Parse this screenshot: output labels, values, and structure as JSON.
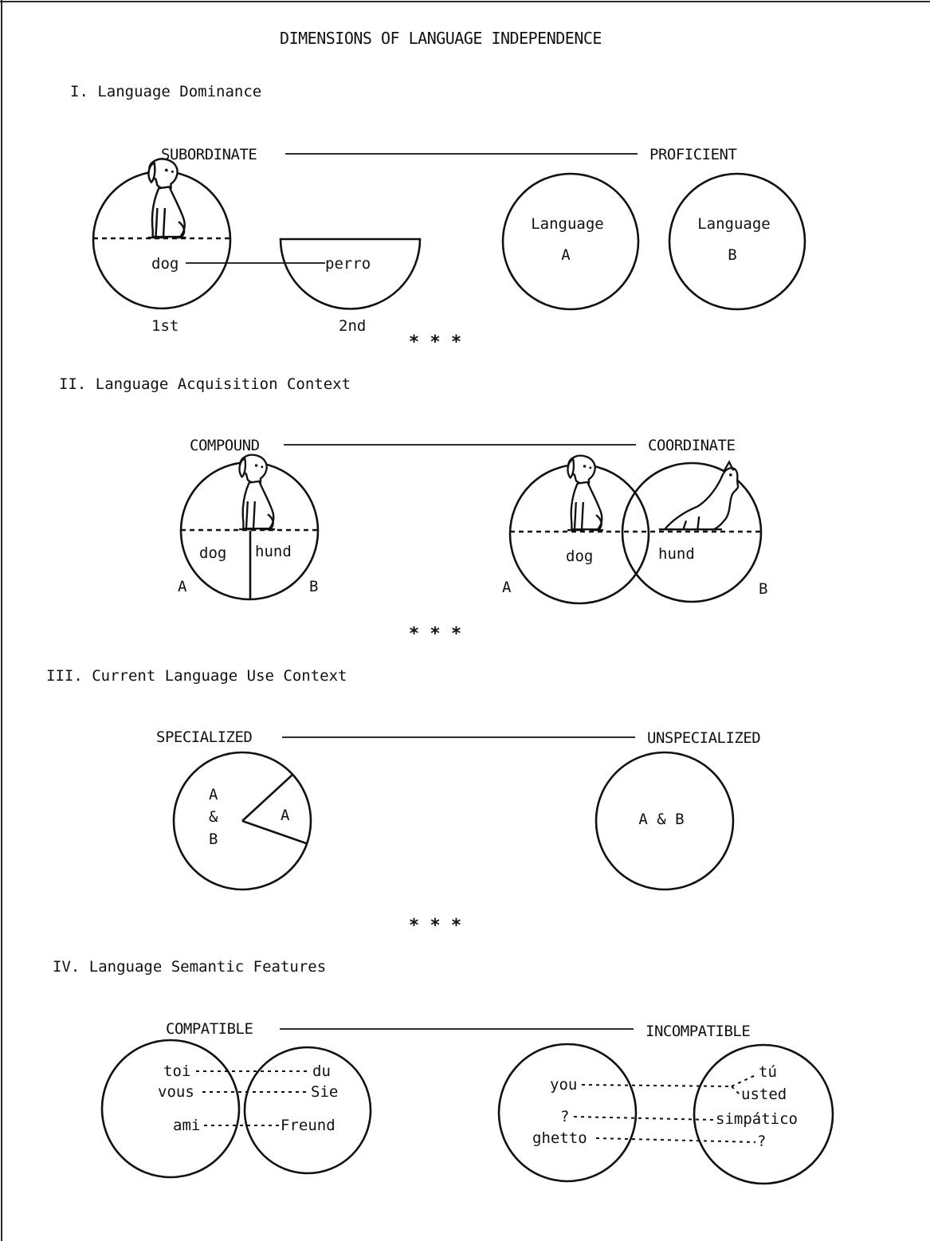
{
  "title": "DIMENSIONS OF LANGUAGE INDEPENDENCE",
  "separator": "*  *  *",
  "sections": [
    {
      "heading": "I.  Language Dominance",
      "left_label": "SUBORDINATE",
      "right_label": "PROFICIENT",
      "subordinate": {
        "word_first": "dog",
        "word_second": "perro",
        "caption_first": "1st",
        "caption_second": "2nd"
      },
      "proficient": {
        "circle_a_line1": "Language",
        "circle_a_line2": "A",
        "circle_b_line1": "Language",
        "circle_b_line2": "B"
      }
    },
    {
      "heading": "II. Language Acquisition Context",
      "left_label": "COMPOUND",
      "right_label": "COORDINATE",
      "compound": {
        "word_a": "dog",
        "word_b": "hund",
        "label_a": "A",
        "label_b": "B"
      },
      "coordinate": {
        "word_a": "dog",
        "word_b": "hund",
        "label_a": "A",
        "label_b": "B"
      }
    },
    {
      "heading": "III. Current Language Use Context",
      "left_label": "SPECIALIZED",
      "right_label": "UNSPECIALIZED",
      "specialized": {
        "main_line1": "A",
        "main_line2": "&",
        "main_line3": "B",
        "wedge": "A"
      },
      "unspecialized": {
        "center": "A & B"
      }
    },
    {
      "heading": "IV. Language Semantic Features",
      "left_label": "COMPATIBLE",
      "right_label": "INCOMPATIBLE",
      "compatible": {
        "left_words": [
          "toi",
          "vous",
          "ami"
        ],
        "right_words": [
          "du",
          "Sie",
          "Freund"
        ]
      },
      "incompatible": {
        "left_words": [
          "you",
          "?",
          "ghetto"
        ],
        "right_words": [
          "tú",
          "usted",
          "simpático",
          "?"
        ]
      }
    }
  ]
}
